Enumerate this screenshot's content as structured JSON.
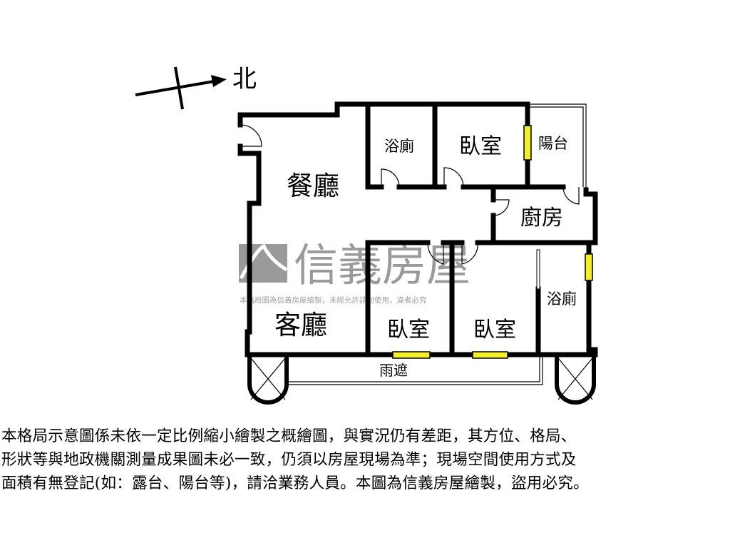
{
  "compass": {
    "north_label": "北"
  },
  "rooms": {
    "dining": "餐廳",
    "living": "客廳",
    "bath1": "浴廁",
    "bedroom1": "臥室",
    "balcony": "陽台",
    "kitchen": "廚房",
    "bedroom2": "臥室",
    "bedroom3": "臥室",
    "bath2": "浴廁",
    "canopy": "雨遮"
  },
  "watermark": {
    "brand": "信義房屋",
    "notice": "本格局圖為信義房屋繪製，未經允許請勿使用，違者必究"
  },
  "disclaimer": [
    "本格局示意圖係未依一定比例縮小繪製之概繪圖，與實況仍有差距，其方位、格局、",
    "形狀等與地政機關測量成果圖未必一致，仍須以房屋現場為準；現場空間使用方式及",
    "面積有無登記(如：露台、陽台等)，請洽業務人員。本圖為信義房屋繪製，盜用必究。"
  ],
  "colors": {
    "wall": "#000000",
    "window": "#f2ee2a",
    "watermark": "#9a9a9a"
  }
}
